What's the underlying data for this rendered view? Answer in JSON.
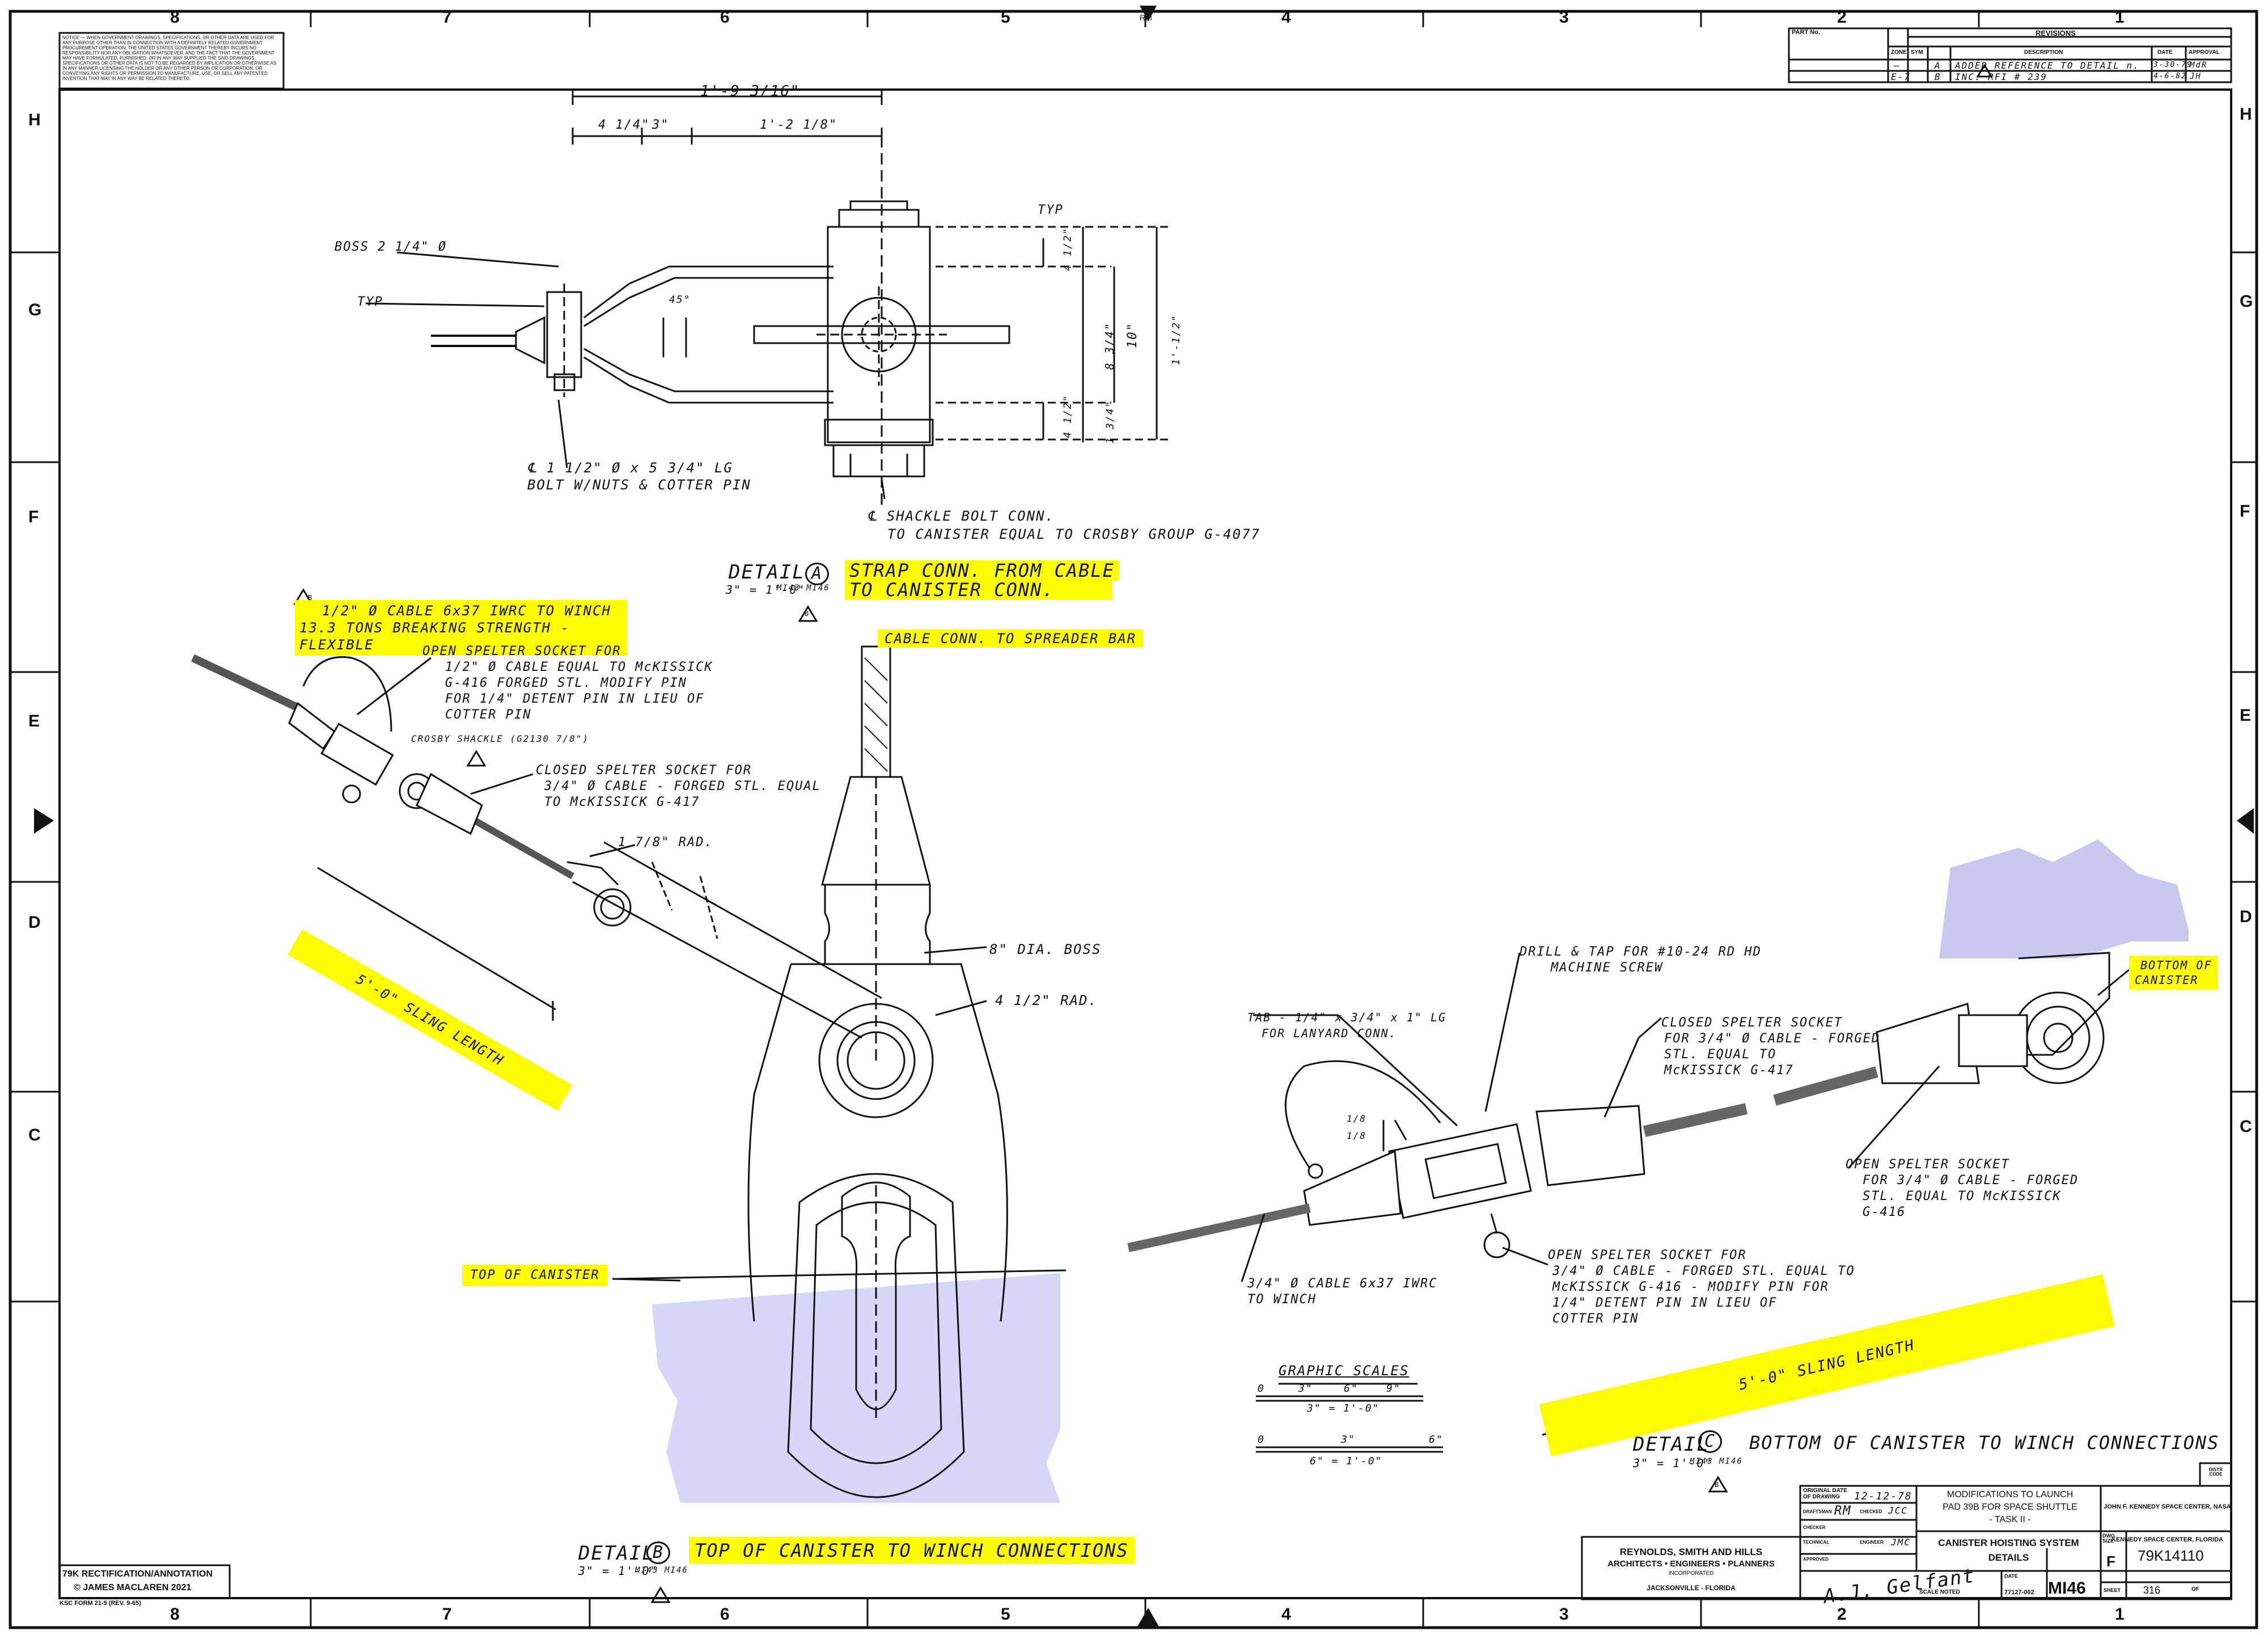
{
  "border": {
    "col_labels": [
      "8",
      "7",
      "6",
      "5",
      "4",
      "3",
      "2",
      "1"
    ],
    "row_labels": [
      "H",
      "G",
      "F",
      "E",
      "D",
      "C"
    ],
    "top_right_mark": "RM"
  },
  "notice_text": "NOTICE — WHEN GOVERNMENT DRAWINGS, SPECIFICATIONS, OR OTHER DATA ARE USED FOR ANY PURPOSE OTHER THAN IN CONNECTION WITH A DEFINITELY RELATED GOVERNMENT PROCUREMENT OPERATION, THE UNITED STATES GOVERNMENT THEREBY INCURS NO RESPONSIBILITY NOR ANY OBLIGATION WHATSOEVER; AND THE FACT THAT THE GOVERNMENT MAY HAVE FORMULATED, FURNISHED, OR IN ANY WAY SUPPLIED THE SAID DRAWINGS, SPECIFICATIONS OR OTHER DATA IS NOT TO BE REGARDED BY IMPLICATION OR OTHERWISE AS IN ANY MANNER LICENSING THE HOLDER OR ANY OTHER PERSON OR CORPORATION, OR CONVEYING ANY RIGHTS OR PERMISSION TO MANUFACTURE, USE, OR SELL ANY PATENTED INVENTION THAT MAY IN ANY WAY BE RELATED THERETO.",
  "revisions": {
    "part_no_label": "PART No.",
    "title": "REVISIONS",
    "headers": [
      "ZONE",
      "SYM",
      "DESCRIPTION",
      "DATE",
      "APPROVAL"
    ],
    "rows": [
      {
        "zone": "—",
        "sym": "A",
        "desc": "ADDED REFERENCE TO DETAIL n.",
        "date": "3-30-79",
        "appr": "MdR"
      },
      {
        "zone": "E-7",
        "sym": "B",
        "desc": "INC. RFI # 239",
        "date": "4-6-82",
        "appr": "JH"
      }
    ]
  },
  "detail_a": {
    "dim_overall": "1'-9 3/16\"",
    "dim_1": "4 1/4\"",
    "dim_2": "3\"",
    "dim_3": "1'-2 1/8\"",
    "boss": "BOSS 2 1/4\" Ø",
    "typ_left": "TYP",
    "typ_weld": "TYP",
    "angle": "45°",
    "dim_v1": "4 1/2\"",
    "dim_v2": "8 3/4\"",
    "dim_v3": "10\"",
    "dim_v4": "1'-1/2\"",
    "dim_v5": "4 1/2\"",
    "dim_v6": "1 3/4\"",
    "bolt_note": "℄ 1 1/2\" Ø x 5 3/4\" LG BOLT W/NUTS & COTTER PIN",
    "shackle_note_1": "℄ SHACKLE BOLT CONN.",
    "shackle_note_2": "TO CANISTER EQUAL TO CROSBY GROUP G-4077",
    "title_word": "DETAIL",
    "title_letter": "A",
    "title_line1": "STRAP CONN. FROM CABLE",
    "title_line2": "TO CANISTER CONN.",
    "scale": "3\" = 1'-0\"",
    "ref": "MI43 MI46",
    "rev_tri": "B"
  },
  "detail_b": {
    "cable_note": "1/2\" Ø CABLE 6x37 IWRC TO WINCH - 13.3 TONS BREAKING STRENGTH - FLEXIBLE",
    "cable_note_l1": "1/2\" Ø CABLE 6x37 IWRC TO WINCH",
    "cable_note_l2": "13.3 TONS BREAKING STRENGTH - FLEXIBLE",
    "rev_tri": "B",
    "open_socket_l1": "OPEN SPELTER SOCKET FOR",
    "open_socket_l2": "1/2\" Ø CABLE EQUAL TO McKISSICK",
    "open_socket_l3": "G-416 FORGED STL. MODIFY PIN",
    "open_socket_l4": "FOR 1/4\" DETENT PIN IN LIEU OF",
    "open_socket_l5": "COTTER PIN",
    "shackle": "CROSBY SHACKLE (G2130 7/8\")",
    "closed_socket_l1": "CLOSED SPELTER SOCKET FOR",
    "closed_socket_l2": "3/4\" Ø CABLE - FORGED STL. EQUAL",
    "closed_socket_l3": "TO McKISSICK G-417",
    "rad1": "1 7/8\" RAD.",
    "cable_conn": "CABLE CONN. TO SPREADER BAR",
    "sling": "5'-0\" SLING LENGTH",
    "boss": "8\" DIA. BOSS",
    "rad2": "4 1/2\" RAD.",
    "top_canister": "TOP OF CANISTER",
    "title_word": "DETAIL",
    "title_letter": "B",
    "title_text": "TOP OF CANISTER TO WINCH CONNECTIONS",
    "scale": "3\" = 1'-0\"",
    "ref": "MI43 MI46"
  },
  "detail_c": {
    "drill_l1": "DRILL & TAP FOR #10-24 RD HD",
    "drill_l2": "MACHINE SCREW",
    "bottom_canister_l1": "BOTTOM OF",
    "bottom_canister_l2": "CANISTER",
    "tab_l1": "TAB - 1/4\" x 3/4\" x 1\" LG",
    "tab_l2": "FOR LANYARD CONN.",
    "closed_l1": "CLOSED SPELTER SOCKET",
    "closed_l2": "FOR 3/4\" Ø CABLE - FORGED",
    "closed_l3": "STL. EQUAL TO",
    "closed_l4": "McKISSICK G-417",
    "open_l1": "OPEN SPELTER SOCKET",
    "open_l2": "FOR 3/4\" Ø CABLE - FORGED",
    "open_l3": "STL. EQUAL TO McKISSICK",
    "open_l4": "G-416",
    "open2_l1": "OPEN SPELTER SOCKET FOR",
    "open2_l2": "3/4\" Ø CABLE - FORGED STL. EQUAL TO",
    "open2_l3": "McKISSICK G-416 - MODIFY PIN FOR",
    "open2_l4": "1/4\" DETENT PIN IN LIEU OF",
    "open2_l5": "COTTER PIN",
    "cable_l1": "3/4\" Ø CABLE 6x37 IWRC",
    "cable_l2": "TO WINCH",
    "frac1": "1/8",
    "frac2": "1/8",
    "sling": "5'-0\" SLING LENGTH",
    "title_word": "DETAIL",
    "title_letter": "C",
    "title_text": "BOTTOM OF CANISTER TO WINCH CONNECTIONS",
    "scale": "3\" = 1'-0\"",
    "ref": "MI43 MI46",
    "rev_tri": "B"
  },
  "graphic_scales": {
    "title": "GRAPHIC SCALES",
    "s1_ticks": [
      "0",
      "3\"",
      "6\"",
      "9\""
    ],
    "s1_label": "3\" = 1'-0\"",
    "s2_ticks": [
      "0",
      "3\"",
      "6\""
    ],
    "s2_label": "6\" = 1'-0\""
  },
  "title_block": {
    "original_date_label": "ORIGINAL DATE OF DRAWING",
    "original_date": "12-12-78",
    "draftsman_label": "DRAFTSMAN",
    "draftsman": "RM",
    "checked_label": "CHECKED",
    "checked": "JCC",
    "checker_label": "CHECKER",
    "tech_label": "TECHNICAL",
    "engineer_label": "ENGINEER",
    "engineer": "JMC",
    "approved_label": "APPROVED",
    "project_l1": "MODIFICATIONS TO LAUNCH",
    "project_l2": "PAD 39B FOR SPACE SHUTTLE",
    "project_l3": "- TASK II -",
    "org_l1": "JOHN F. KENNEDY SPACE CENTER, NASA",
    "org_l2": "KENNEDY SPACE CENTER, FLORIDA",
    "sheet_title_l1": "CANISTER HOISTING SYSTEM",
    "sheet_title_l2": "DETAILS",
    "firm_l1": "REYNOLDS, SMITH AND HILLS",
    "firm_l2": "ARCHITECTS • ENGINEERS • PLANNERS",
    "firm_l3": "INCORPORATED",
    "firm_l4": "JACKSONVILLE - FLORIDA",
    "scale_label": "SCALE NOTED",
    "job_no": "77127-002",
    "date_label": "DATE",
    "sheet_code": "MI46",
    "size_label": "DWG SIZE",
    "size": "F",
    "dwg_no": "79K14110",
    "sheet_label": "SHEET",
    "sheet_no": "316",
    "sheet_of": "OF",
    "dist_code": "DISTR CODE",
    "signature": "A.J. Gelfant"
  },
  "footer": {
    "rect_line1": "79K RECTIFICATION/ANNOTATION",
    "rect_line2": "© JAMES MACLAREN 2021",
    "form": "KSC FORM 21-9 (REV. 9-65)"
  },
  "colors": {
    "highlight": "#fffb00",
    "canister_fill": "#d6d6f7",
    "canister_fill_right": "#c8c8f0",
    "line": "#111111"
  }
}
